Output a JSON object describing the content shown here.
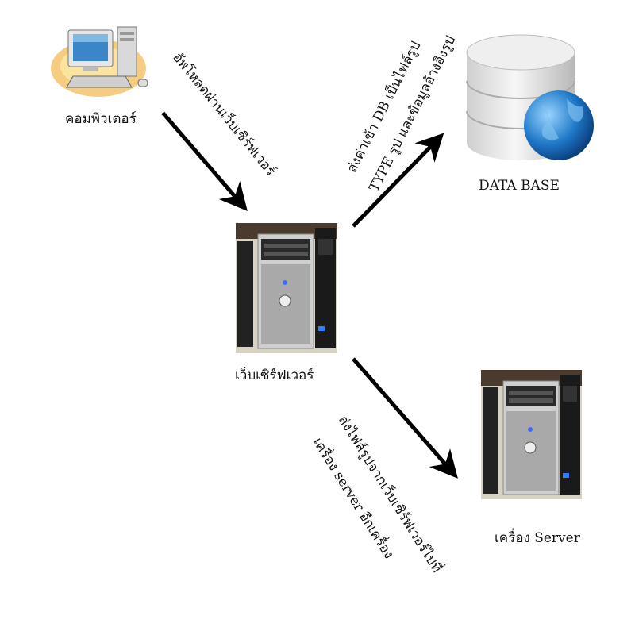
{
  "nodes": {
    "computer": {
      "label": "คอมพิวเตอร์"
    },
    "web_server": {
      "label": "เว็บเซิร์ฟเวอร์"
    },
    "database": {
      "label": "DATA BASE"
    },
    "remote_server": {
      "label": "เครื่อง Server"
    }
  },
  "edges": {
    "upload": {
      "text": "อัพโหลดผ่านเว็บเซิร์ฟเวอร์"
    },
    "to_db": {
      "line1": "ส่งค่าเข้า DB เป็นไฟล์รูป",
      "line2": "TYPE รูป และข้อมูลอ้างอิงรูป"
    },
    "to_server": {
      "line1": "ส่งไฟล์รูปจากเว็บเซิร์ฟเวอร์ไปที่",
      "line2": "เครื่อง server อีกเครื่อง"
    }
  },
  "icons": [
    "desktop-computer-icon",
    "tower-server-icon",
    "database-globe-icon",
    "tower-server-icon"
  ]
}
